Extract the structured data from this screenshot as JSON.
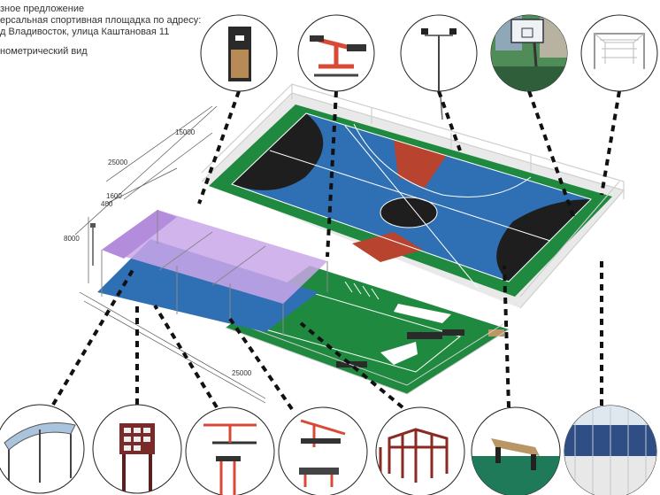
{
  "header": {
    "line1": "зное предложение",
    "line2": "ерсальная спортивная площадка по адресу:",
    "line3": "д Владивосток, улица Каштановая 11",
    "line4": "нометрический вид"
  },
  "dimensions": {
    "d15000": "15000",
    "d25000_top": "25000",
    "d1600": "1600",
    "d400": "400",
    "d8000": "8000",
    "d25000_bottom": "25000"
  },
  "colors": {
    "court_blue": "#2f6fb3",
    "court_green": "#1f8a3f",
    "court_black": "#1e1e1e",
    "court_red": "#b8432e",
    "canopy_purple": "#c9a7e8",
    "fence": "#d8d8d8"
  },
  "callouts_top": [
    {
      "icon": "bin-icon"
    },
    {
      "icon": "exercise-machine-icon"
    },
    {
      "icon": "floodlight-icon"
    },
    {
      "icon": "basketball-hoop-icon"
    },
    {
      "icon": "football-goal-icon"
    }
  ],
  "callouts_bottom": [
    {
      "icon": "canopy-icon"
    },
    {
      "icon": "info-board-icon"
    },
    {
      "icon": "exercise-equipment-icon"
    },
    {
      "icon": "bench-press-icon"
    },
    {
      "icon": "workout-rack-icon"
    },
    {
      "icon": "bench-icon"
    },
    {
      "icon": "fence-icon"
    }
  ]
}
